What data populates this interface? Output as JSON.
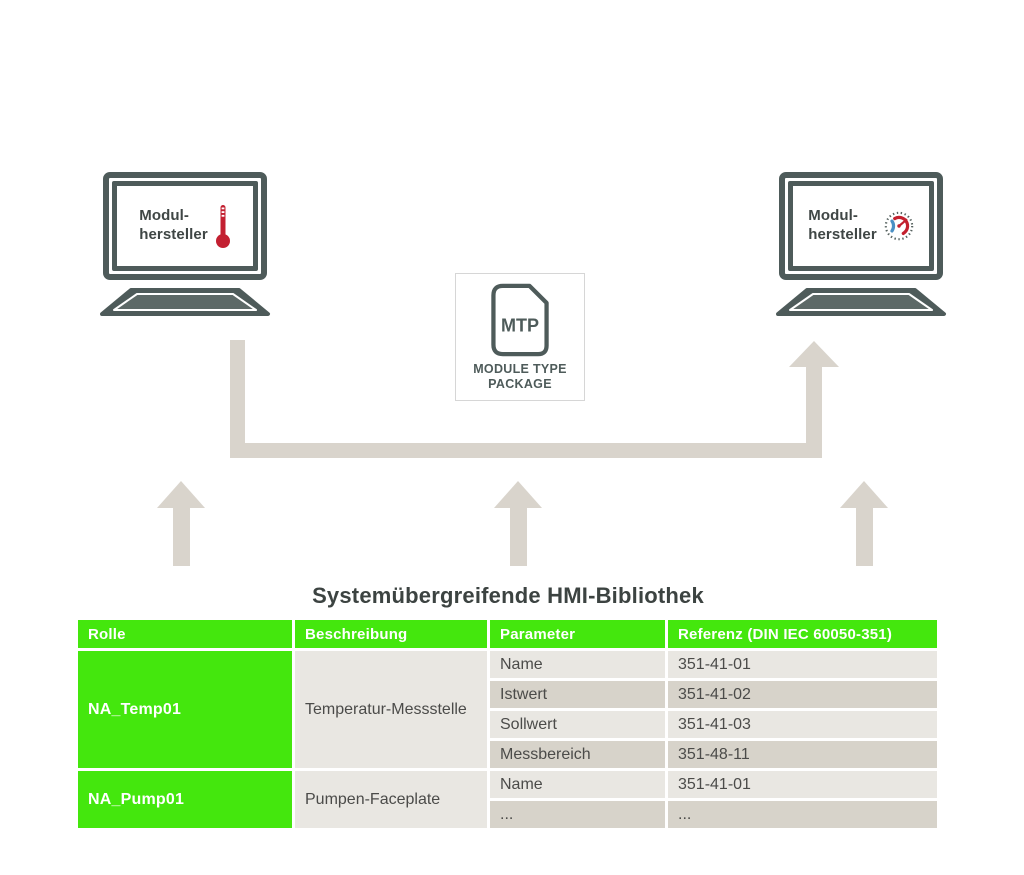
{
  "diagram": {
    "left_computer": {
      "label_line1": "Modul-",
      "label_line2": "hersteller",
      "icon": "thermometer-icon"
    },
    "right_computer": {
      "label_line1": "Modul-",
      "label_line2": "hersteller",
      "icon": "gauge-icon"
    },
    "mtp": {
      "abbrev": "MTP",
      "caption_line1": "MODULE TYPE",
      "caption_line2": "PACKAGE"
    },
    "title": "Systemübergreifende HMI-Bibliothek"
  },
  "table": {
    "headers": [
      "Rolle",
      "Beschreibung",
      "Parameter",
      "Referenz (DIN IEC 60050-351)"
    ],
    "groups": [
      {
        "rolle": "NA_Temp01",
        "beschreibung": "Temperatur-Messstelle",
        "rows": [
          {
            "parameter": "Name",
            "referenz": "351-41-01"
          },
          {
            "parameter": "Istwert",
            "referenz": "351-41-02"
          },
          {
            "parameter": "Sollwert",
            "referenz": "351-41-03"
          },
          {
            "parameter": "Messbereich",
            "referenz": "351-48-11"
          }
        ]
      },
      {
        "rolle": "NA_Pump01",
        "beschreibung": "Pumpen-Faceplate",
        "rows": [
          {
            "parameter": "Name",
            "referenz": "351-41-01"
          },
          {
            "parameter": "...",
            "referenz": "..."
          }
        ]
      }
    ]
  },
  "colors": {
    "accent_green": "#44e70d",
    "arrow_beige": "#d9d4cc",
    "frame_gray": "#4e5b5a",
    "row_light": "#e9e7e2",
    "row_dark": "#d7d3ca",
    "thermometer_red": "#c32031",
    "gauge_red": "#c3202e",
    "gauge_blue": "#4a90c4"
  }
}
